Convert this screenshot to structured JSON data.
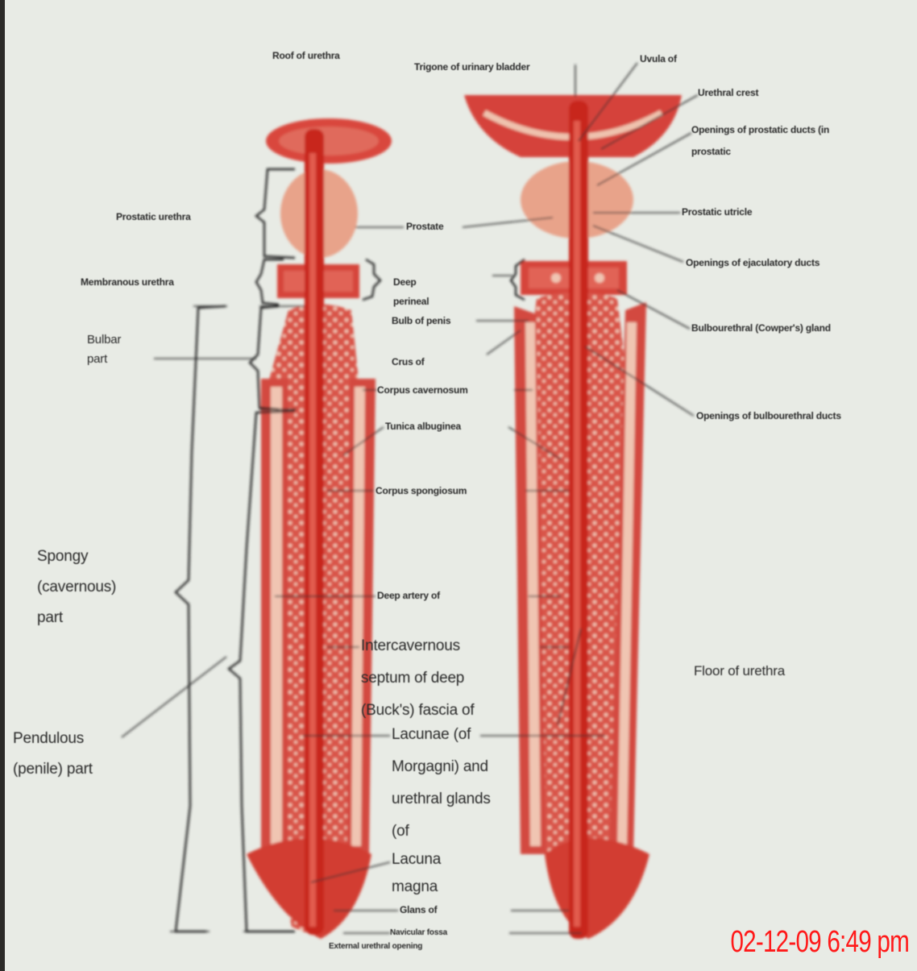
{
  "labels": {
    "roof": "Roof of urethra",
    "trigone": "Trigone of urinary bladder",
    "uvula": "Uvula of",
    "urethral_crest": "Urethral crest",
    "prostatic_ducts": "Openings of prostatic ducts (in prostatic",
    "prostatic_urethra": "Prostatic urethra",
    "prostate": "Prostate",
    "prostatic_utricle": "Prostatic utricle",
    "ejaculatory": "Openings of ejaculatory ducts",
    "membranous_urethra": "Membranous urethra",
    "deep_perineal": "Deep perineal",
    "bulb_of_penis": "Bulb of penis",
    "bulbourethral_gland": "Bulbourethral (Cowper's) gland",
    "bulbar_part": "Bulbar part",
    "crus": "Crus of",
    "corpus_cavernosum": "Corpus cavernosum",
    "bulbourethral_ducts": "Openings of bulbourethral ducts",
    "tunica": "Tunica albuginea",
    "corpus_spongiosum": "Corpus spongiosum",
    "spongy_part": "Spongy (cavernous) part",
    "deep_artery": "Deep artery of",
    "intercavernous": "Intercavernous septum of deep (Buck's) fascia of",
    "floor": "Floor of urethra",
    "pendulous_part": "Pendulous (penile) part",
    "lacunae": "Lacunae (of Morgagni) and urethral glands (of",
    "lacuna_magna": "Lacuna magna",
    "glans": "Glans of",
    "navicular": "Navicular fossa",
    "external_opening": "External urethral opening"
  },
  "timestamp": "02-12-09 6:49 pm",
  "colors": {
    "tissue": "#d8473f",
    "urethra": "#c8281e",
    "prostate": "#e8a38a",
    "paper": "#e8ebe5",
    "stamp": "#ff1a1a"
  }
}
